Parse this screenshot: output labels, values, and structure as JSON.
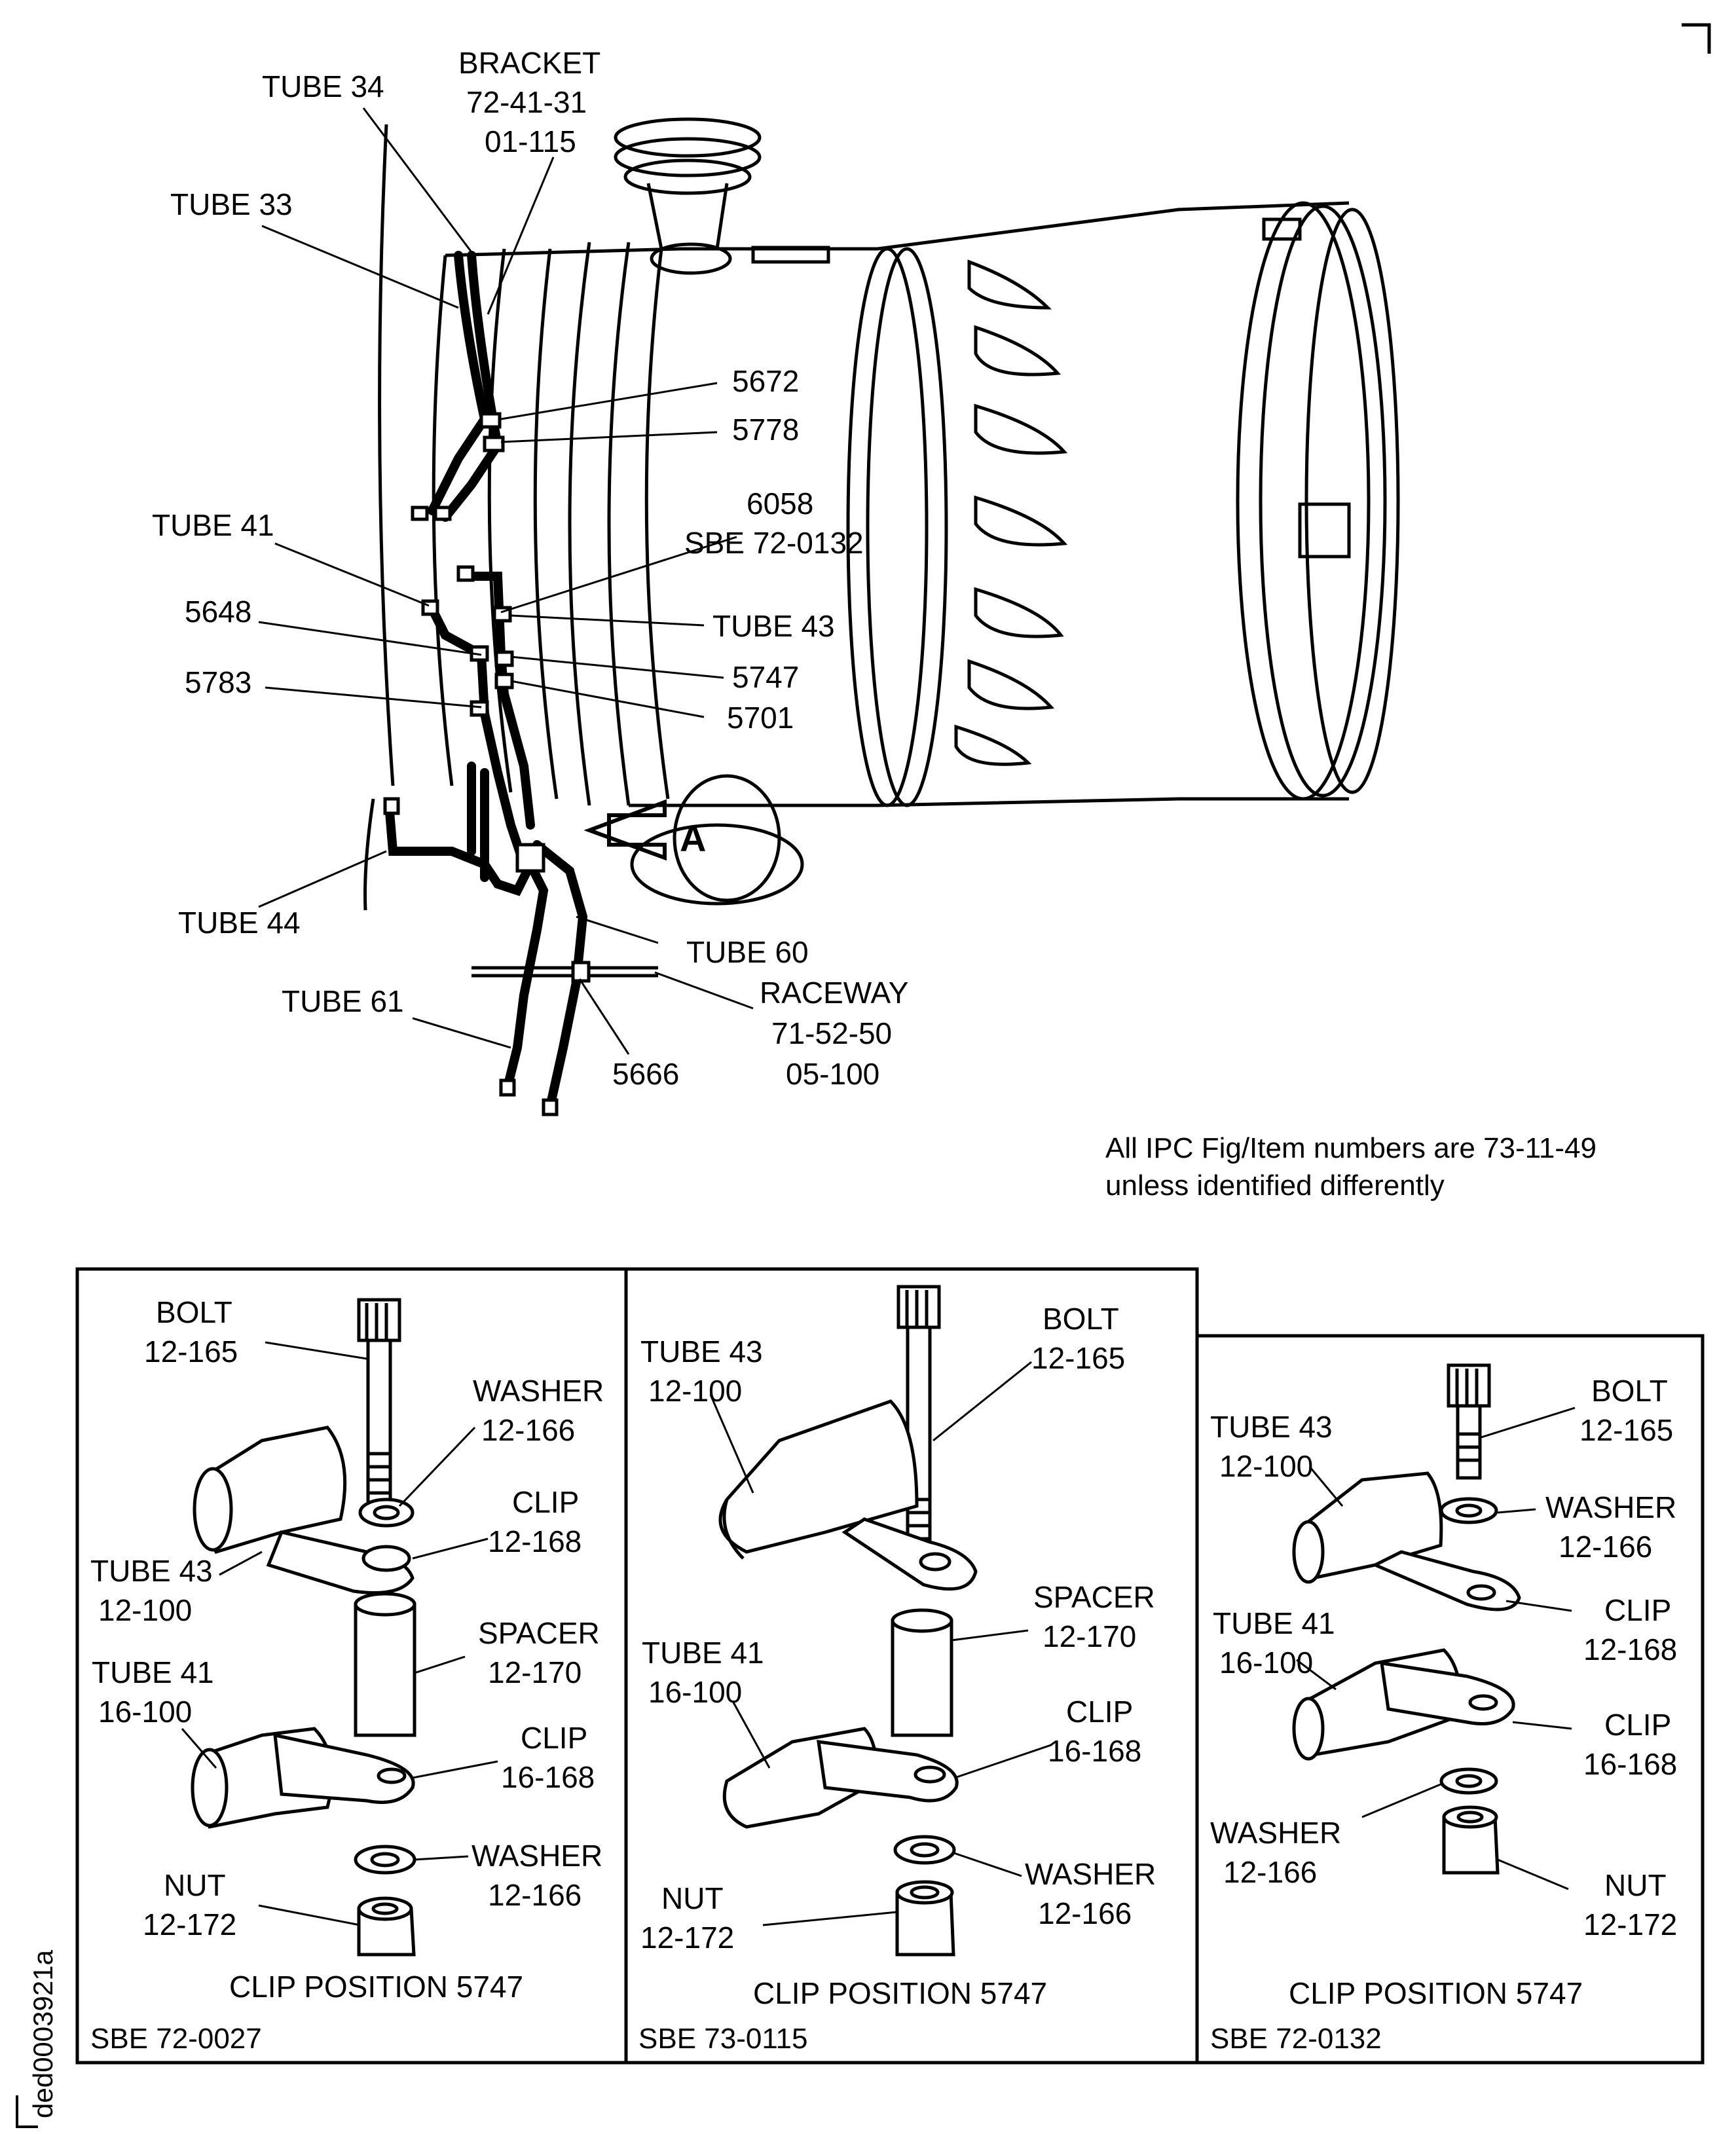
{
  "drawing_id": "ded0003921a",
  "note": {
    "line1": "All IPC Fig/Item numbers are 73-11-49",
    "line2": "unless identified differently"
  },
  "main_labels": {
    "tube34": "TUBE 34",
    "bracket": [
      "BRACKET",
      "72-41-31",
      "01-115"
    ],
    "tube33": "TUBE 33",
    "c5672": "5672",
    "c5778": "5778",
    "c6058": [
      "6058",
      "SBE 72-0132"
    ],
    "tube41": "TUBE 41",
    "c5648": "5648",
    "tube43": "TUBE 43",
    "c5747": "5747",
    "c5783": "5783",
    "c5701": "5701",
    "tube44": "TUBE 44",
    "tube60": "TUBE 60",
    "raceway": [
      "RACEWAY",
      "71-52-50",
      "05-100"
    ],
    "tube61": "TUBE 61",
    "c5666": "5666",
    "view": "A"
  },
  "panels": [
    {
      "bolt": [
        "BOLT",
        "12-165"
      ],
      "washer_top": [
        "WASHER",
        "12-166"
      ],
      "clip_top": [
        "CLIP",
        "12-168"
      ],
      "tube43": [
        "TUBE 43",
        "12-100"
      ],
      "spacer": [
        "SPACER",
        "12-170"
      ],
      "tube41": [
        "TUBE 41",
        "16-100"
      ],
      "clip_bottom": [
        "CLIP",
        "16-168"
      ],
      "washer_bottom": [
        "WASHER",
        "12-166"
      ],
      "nut": [
        "NUT",
        "12-172"
      ],
      "caption": "CLIP POSITION 5747",
      "sbe": "SBE 72-0027"
    },
    {
      "tube43": [
        "TUBE 43",
        "12-100"
      ],
      "bolt": [
        "BOLT",
        "12-165"
      ],
      "spacer": [
        "SPACER",
        "12-170"
      ],
      "tube41": [
        "TUBE 41",
        "16-100"
      ],
      "clip_bottom": [
        "CLIP",
        "16-168"
      ],
      "washer_bottom": [
        "WASHER",
        "12-166"
      ],
      "nut": [
        "NUT",
        "12-172"
      ],
      "caption": "CLIP POSITION 5747",
      "sbe": "SBE 73-0115"
    },
    {
      "bolt": [
        "BOLT",
        "12-165"
      ],
      "tube43": [
        "TUBE 43",
        "12-100"
      ],
      "washer_top": [
        "WASHER",
        "12-166"
      ],
      "clip_top": [
        "CLIP",
        "12-168"
      ],
      "tube41": [
        "TUBE 41",
        "16-100"
      ],
      "clip_bottom": [
        "CLIP",
        "16-168"
      ],
      "washer_bottom": [
        "WASHER",
        "12-166"
      ],
      "nut": [
        "NUT",
        "12-172"
      ],
      "caption": "CLIP POSITION 5747",
      "sbe": "SBE 72-0132"
    }
  ]
}
